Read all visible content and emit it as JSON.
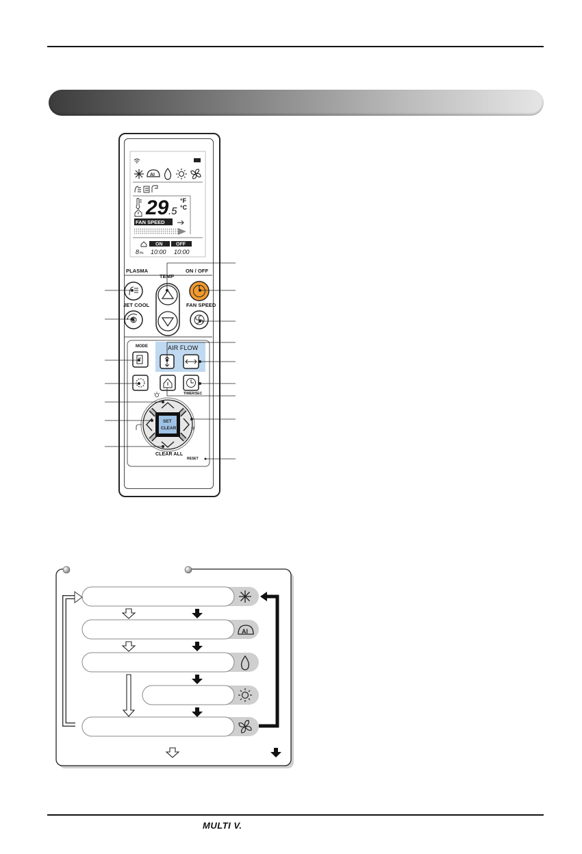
{
  "remote": {
    "labels": {
      "plasma": "PLASMA",
      "temp": "TEMP",
      "on_off": "ON / OFF",
      "jet_cool": "JET COOL",
      "fan_speed": "FAN SPEED",
      "mode": "MODE",
      "air_flow": "AIR FLOW",
      "timer_sec": "TIMER/SEC",
      "set_clear": "SET",
      "set_clear_2": "CLEAR",
      "clear_all": "CLEAR ALL",
      "reset": "RESET"
    },
    "lcd": {
      "temperature_main": "29",
      "temperature_decimal": ".5",
      "unit_f": "°F",
      "unit_c": "°C",
      "fan_speed_label": "FAN SPEED",
      "on_label": "ON",
      "off_label": "OFF",
      "hours_value": "8",
      "hours_unit": "Hr.",
      "timer_digits_on": "10:00",
      "timer_digits_off": "10:00"
    },
    "icons": [
      "snowflake-icon",
      "ai-mode-icon",
      "drop-icon",
      "sun-icon",
      "fan-icon",
      "plasma-icon",
      "jet-cool-icon",
      "power-icon",
      "clock-icon",
      "arrow-up-icon",
      "arrow-down-icon",
      "arrow-left-icon",
      "arrow-right-icon"
    ]
  },
  "footer": {
    "logo": "MULTI V."
  },
  "colors": {
    "power_button": "#f29a2e",
    "air_flow_highlight": "#bfd9f0",
    "set_clear_highlight": "#9fc3e6"
  }
}
